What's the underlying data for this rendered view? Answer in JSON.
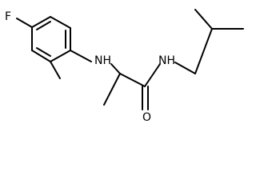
{
  "molecule": {
    "atom_labels": {
      "fluorine": "F",
      "amine_nh": "NH",
      "amide_nh": "NH",
      "oxygen": "O"
    },
    "colors": {
      "bond": "#000000",
      "label": "#000000",
      "background": "#ffffff"
    }
  }
}
